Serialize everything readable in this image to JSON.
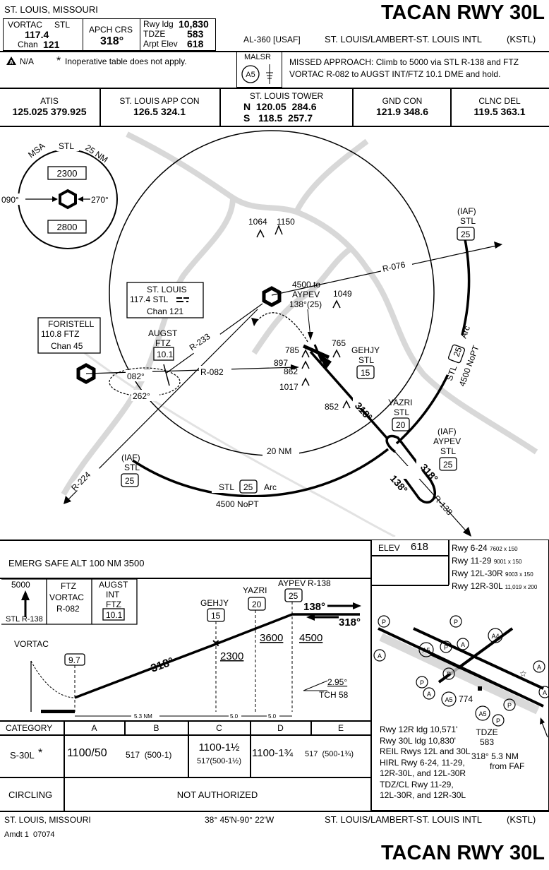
{
  "header": {
    "location": "ST. LOUIS, MISSOURI",
    "procedure_title": "TACAN RWY 30L",
    "vortac_label": "VORTAC",
    "vortac_ident": "STL",
    "vortac_freq": "117.4",
    "chan_label": "Chan",
    "chan_value": "121",
    "apch_crs_label": "APCH CRS",
    "apch_crs_value": "318°",
    "rwy_ldg_label": "Rwy ldg",
    "rwy_ldg_value": "10,830",
    "tdze_label": "TDZE",
    "tdze_value": "583",
    "arpt_elev_label": "Arpt Elev",
    "arpt_elev_value": "618",
    "chart_id": "AL-360 [USAF]",
    "airport_name": "ST. LOUIS/LAMBERT-ST. LOUIS INTL",
    "airport_id": "(KSTL)"
  },
  "notes": {
    "takeoff_na": "N/A",
    "inoperative": "Inoperative table does not apply.",
    "malsr_label": "MALSR",
    "malsr_symbol": "A5",
    "missed_approach": "MISSED APPROACH: Climb to 5000 via STL R-138 and FTZ VORTAC R-082 to AUGST INT/FTZ 10.1 DME and hold."
  },
  "comms": [
    {
      "name": "ATIS",
      "line1": "125.025  379.925"
    },
    {
      "name": "ST. LOUIS APP CON",
      "line1": "126.5  324.1"
    },
    {
      "name": "ST. LOUIS TOWER",
      "line1": "N  120.05  284.6",
      "line2": "S   118.5  257.7"
    },
    {
      "name": "GND CON",
      "line1": "121.9  348.6"
    },
    {
      "name": "CLNC DEL",
      "line1": "119.5  363.1"
    }
  ],
  "plan": {
    "msa_title": "MSA",
    "msa_fix": "STL",
    "msa_radius": "25 NM",
    "msa_alt_north": "2300",
    "msa_alt_south": "2800",
    "msa_brg_left": "090°",
    "msa_brg_right": "270°",
    "stl_name": "ST. LOUIS",
    "stl_freq": "117.4 STL",
    "stl_chan": "Chan 121",
    "ftz_name": "FORISTELL",
    "ftz_freq": "110.8 FTZ",
    "ftz_chan": "Chan 45",
    "augst_name": "AUGST",
    "augst_ftz": "FTZ",
    "augst_dme": "10.1",
    "hold_in": "082°",
    "hold_out": "262°",
    "r233": "R-233",
    "r082": "R-082",
    "r076": "R-076",
    "r224": "R-224",
    "r138": "R-138",
    "crs318": "318°",
    "crs138": "138°",
    "ring_label": "20 NM",
    "arc_fix": "STL",
    "arc_dme": "25",
    "arc_word": "Arc",
    "arc_alt": "4500 NoPT",
    "iaf": "(IAF)",
    "iaf_stl": "STL",
    "iaf_dme": "25",
    "aypev_name": "AYPEV",
    "aypev_stl": "STL",
    "aypev_dme": "25",
    "yazri_name": "YAZRI",
    "yazri_stl": "STL",
    "yazri_dme": "20",
    "gehjy_name": "GEHJY",
    "gehjy_stl": "STL",
    "gehjy_dme": "15",
    "to_aypev_1": "4500 to",
    "to_aypev_2": "AYPEV",
    "to_aypev_3": "138°(25)",
    "obstacles": [
      "1064",
      "1150",
      "1049",
      "765",
      "785",
      "897",
      "862",
      "1017",
      "852"
    ]
  },
  "profile": {
    "emerg": "EMERG SAFE ALT 100 NM 3500",
    "hold_alt": "5000",
    "hold_radial": "STL R-138",
    "ftz_1": "FTZ",
    "ftz_2": "VORTAC",
    "ftz_3": "R-082",
    "augst_1": "AUGST",
    "augst_2": "INT",
    "augst_3": "FTZ",
    "augst_dme": "10.1",
    "vortac": "VORTAC",
    "vortac_dme": "9.7",
    "gehjy": "GEHJY",
    "gehjy_dme": "15",
    "gehjy_alt": "2300",
    "yazri": "YAZRI",
    "yazri_dme": "20",
    "yazri_alt": "3600",
    "aypev": "AYPEV",
    "aypev_dme": "25",
    "aypev_alt": "4500",
    "r138": "R-138",
    "out138": "138°",
    "in318": "318°",
    "crs318": "318°",
    "gpa": "2.95°",
    "tch": "TCH 58",
    "dist1": "5.3 NM",
    "dist2": "5.0",
    "dist3": "5.0"
  },
  "minimums": {
    "category_label": "CATEGORY",
    "categories": [
      "A",
      "B",
      "C",
      "D",
      "E"
    ],
    "s30l_label": "S-30L",
    "s30l_star": "*",
    "ab_value": "1100/50",
    "ab_hat": "517  (500-1)",
    "c_value": "1100-1½",
    "c_hat": "517(500-1½)",
    "de_value": "1100-1¾",
    "de_hat": "517  (500-1¾)",
    "circling_label": "CIRCLING",
    "circling_value": "NOT AUTHORIZED"
  },
  "airport": {
    "elev_label": "ELEV",
    "elev_value": "618",
    "runways": [
      {
        "rwy": "Rwy 6-24",
        "dim": "7602 x 150"
      },
      {
        "rwy": "Rwy 11-29",
        "dim": "9001 x 150"
      },
      {
        "rwy": "Rwy 12L-30R",
        "dim": "9003 x 150"
      },
      {
        "rwy": "Rwy 12R-30L",
        "dim": "11,019 x 200"
      }
    ],
    "tdze_label": "TDZE",
    "tdze_value": "583",
    "faf_dist_1": "318° 5.3 NM",
    "faf_dist_2": "from FAF",
    "elev_774": "774",
    "notes": [
      "Rwy 12R ldg 10,571'",
      "Rwy 30L ldg 10,830'",
      "REIL Rwys 12L and 30L",
      "HIRL Rwy 6-24, 11-29,",
      "12R-30L, and 12L-30R",
      "TDZ/CL Rwy 11-29,",
      "12L-30R, and 12R-30L"
    ]
  },
  "footer": {
    "location": "ST. LOUIS, MISSOURI",
    "coords": "38° 45'N-90° 22'W",
    "airport_name": "ST. LOUIS/LAMBERT-ST. LOUIS INTL",
    "airport_id": "(KSTL)",
    "amdt": "Amdt 1  07074",
    "procedure_title": "TACAN RWY 30L"
  }
}
